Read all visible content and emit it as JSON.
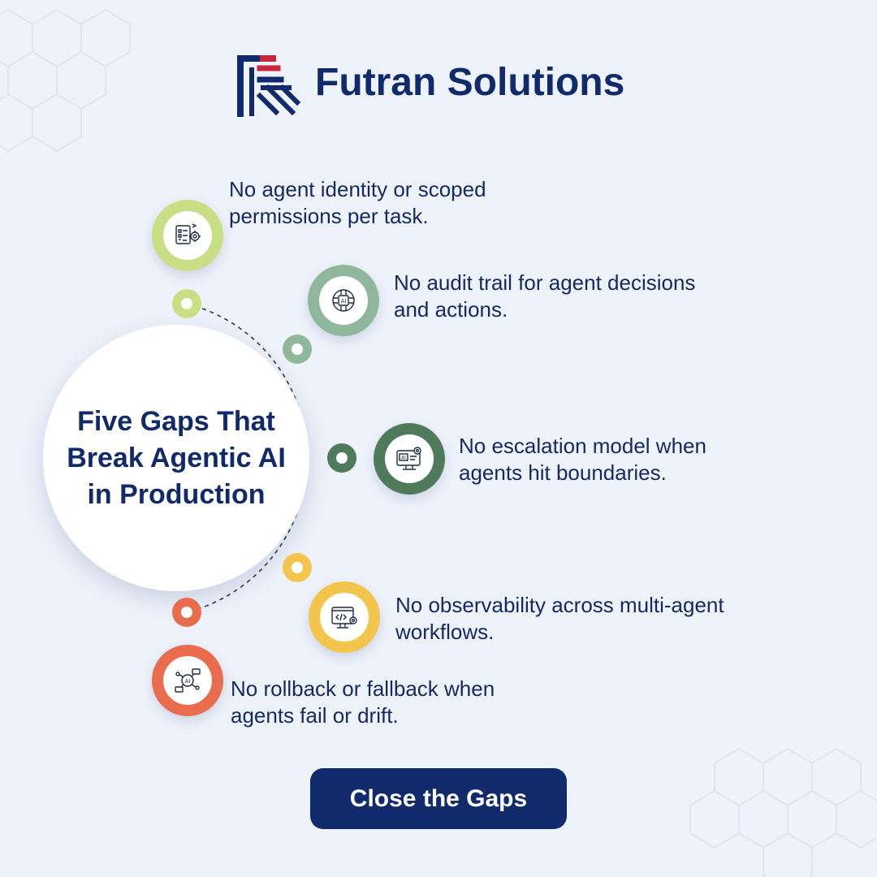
{
  "brand": {
    "name": "Futran Solutions"
  },
  "center": {
    "title": "Five Gaps That Break Agentic AI in Production"
  },
  "gaps": [
    {
      "line1": "No agent identity or scoped",
      "line2": "permissions per task.",
      "icon": "task-permissions-icon",
      "color": "#c9df86"
    },
    {
      "line1": "No audit trail for agent decisions",
      "line2": "and actions.",
      "icon": "ai-chip-icon",
      "color": "#8fb79b"
    },
    {
      "line1": "No escalation model when",
      "line2": "agents hit boundaries.",
      "icon": "ai-monitor-gear-icon",
      "color": "#4f7a5c"
    },
    {
      "line1": "No observability across multi-agent",
      "line2": "workflows.",
      "icon": "code-monitor-icon",
      "color": "#f2c54c"
    },
    {
      "line1": "No rollback or fallback when",
      "line2": "agents fail or drift.",
      "icon": "ai-network-icon",
      "color": "#ea6c4f"
    }
  ],
  "cta": {
    "label": "Close the Gaps"
  },
  "colors": {
    "background": "#eef2fb",
    "navy": "#112a6b",
    "accent_red": "#c8283d"
  }
}
